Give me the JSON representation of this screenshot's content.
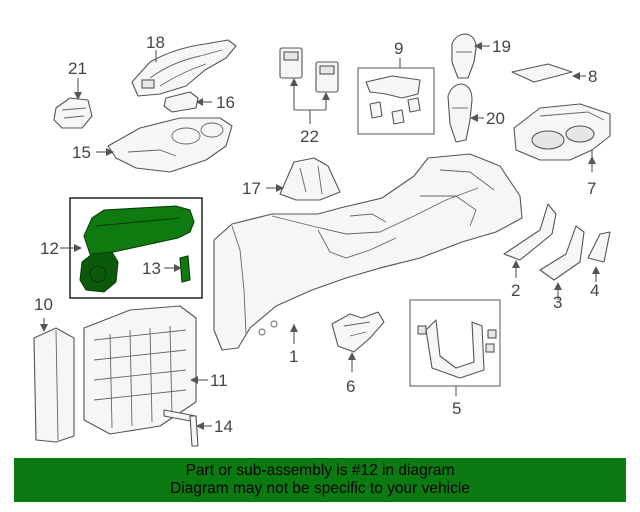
{
  "callouts": [
    "1",
    "2",
    "3",
    "4",
    "5",
    "6",
    "7",
    "8",
    "9",
    "10",
    "11",
    "12",
    "13",
    "14",
    "15",
    "16",
    "17",
    "18",
    "19",
    "20",
    "21",
    "22"
  ],
  "highlight": {
    "part_number": "12",
    "color": "#0f7a0f"
  },
  "banner": {
    "line1": "Part or sub-assembly is #12 in diagram",
    "line2": "Diagram may not be specific to your vehicle",
    "color": "#0b7a10"
  }
}
